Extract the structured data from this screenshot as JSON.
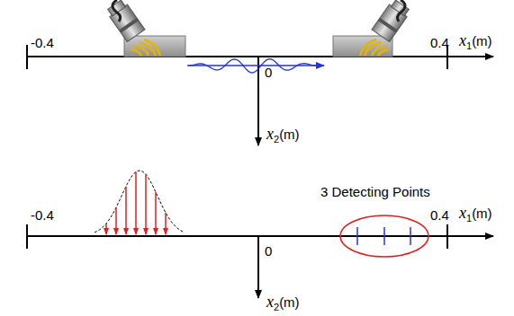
{
  "diagram": {
    "labels": [
      "-0.4",
      "0.4",
      "x1(m)",
      "0",
      "x2(m)",
      "-0.4",
      "0.4",
      "x1(m)",
      "0",
      "x2(m)",
      "3 Detecting Points"
    ]
  }
}
